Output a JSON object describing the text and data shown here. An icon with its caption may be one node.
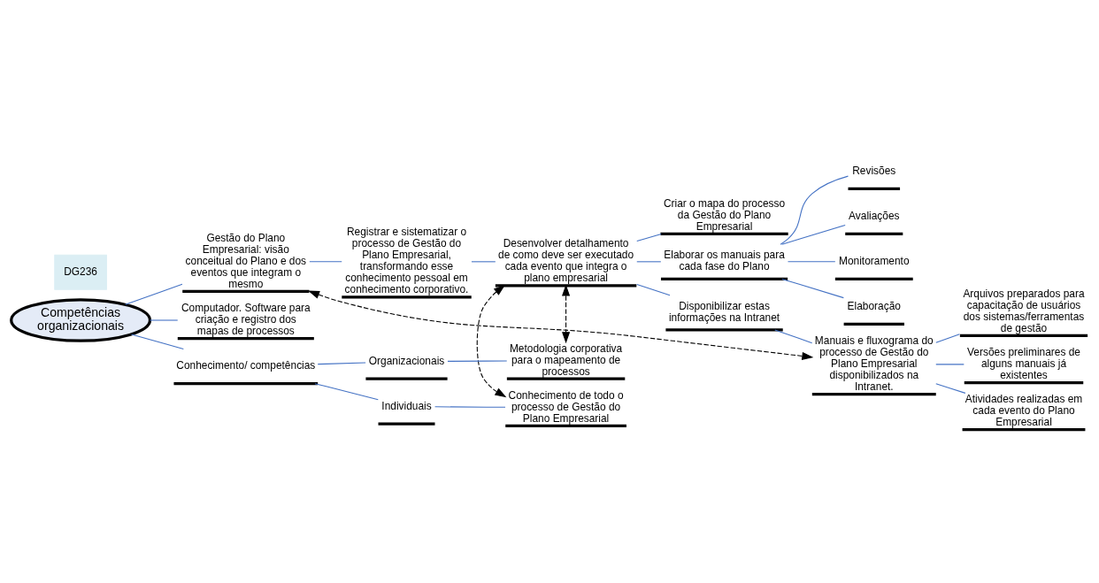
{
  "diagram": {
    "nodes": [
      {
        "text": [
          "Competências organizacionais"
        ]
      },
      {
        "text": [
          "Gestão do Plano Empresarial: visão conceitual do Plano e dos eventos que integram o mesmo"
        ]
      },
      {
        "text": [
          "Registrar e sistematizar o processo de Gestão do Plano Empresarial, transformando esse conhecimento pessoal em conhecimento corporativo."
        ]
      },
      {
        "text": [
          "Desenvolver detalhamento de como deve ser executado cada evento que integra o plano empresarial"
        ]
      },
      {
        "text": [
          "Criar o mapa do processo da Gestão do Plano Empresarial"
        ]
      },
      {
        "text": [
          "Elaborar os manuais para cada fase do Plano"
        ]
      },
      {
        "text": [
          "Revisões"
        ]
      },
      {
        "text": [
          "Avaliações"
        ]
      },
      {
        "text": [
          "Monitoramento"
        ]
      },
      {
        "text": [
          "Elaboração"
        ]
      },
      {
        "text": [
          "Disponibilizar estas informações na Intranet"
        ]
      },
      {
        "text": [
          "Manuais e fluxograma do processo de Gestão do Plano Empresarial disponibilizados na Intranet."
        ]
      },
      {
        "text": [
          "Arquivos preparados para capacitação de usuários dos sistemas/ferramentas de gestão"
        ]
      },
      {
        "text": [
          "Versões preliminares de alguns manuais já existentes"
        ]
      },
      {
        "text": [
          "Atividades realizadas em cada evento do Plano Empresarial"
        ]
      },
      {
        "text": [
          "Computador. Software para criação e registro dos mapas de processos"
        ]
      },
      {
        "text": [
          "Conhecimento/ competências"
        ]
      },
      {
        "text": [
          "Organizacionais"
        ]
      },
      {
        "text": [
          "Metodologia corporativa para o mapeamento de processos"
        ]
      },
      {
        "text": [
          "Individuais"
        ]
      },
      {
        "text": [
          "Conhecimento de todo o processo de Gestão do Plano Empresarial"
        ]
      }
    ],
    "edges": [
      {
        "from": 0,
        "to": 1,
        "arrow": "none"
      },
      {
        "from": 1,
        "to": 2,
        "arrow": "none"
      },
      {
        "from": 2,
        "to": 3,
        "arrow": "none"
      },
      {
        "from": 3,
        "to": 4,
        "arrow": "none"
      },
      {
        "from": 3,
        "to": 5,
        "arrow": "none"
      },
      {
        "from": 5,
        "to": 6,
        "arrow": "none"
      },
      {
        "from": 5,
        "to": 7,
        "arrow": "none"
      },
      {
        "from": 5,
        "to": 8,
        "arrow": "none"
      },
      {
        "from": 5,
        "to": 9,
        "arrow": "none"
      },
      {
        "from": 3,
        "to": 10,
        "arrow": "none"
      },
      {
        "from": 10,
        "to": 11,
        "arrow": "none"
      },
      {
        "from": 11,
        "to": 12,
        "arrow": "none"
      },
      {
        "from": 11,
        "to": 13,
        "arrow": "none"
      },
      {
        "from": 11,
        "to": 14,
        "arrow": "none"
      },
      {
        "from": 0,
        "to": 15,
        "arrow": "none"
      },
      {
        "from": 0,
        "to": 16,
        "arrow": "none"
      },
      {
        "from": 16,
        "to": 17,
        "arrow": "none"
      },
      {
        "from": 17,
        "to": 18,
        "arrow": "none"
      },
      {
        "from": 16,
        "to": 19,
        "arrow": "none"
      },
      {
        "from": 19,
        "to": 20,
        "arrow": "none"
      },
      {
        "from": 3,
        "to": 18,
        "arrow": "both",
        "style": "dashed",
        "color": "#000000"
      },
      {
        "from": 3,
        "to": 20,
        "arrow": "both",
        "style": "dashed",
        "color": "#000000"
      },
      {
        "from": 1,
        "to": 11,
        "arrow": "both",
        "style": "dashed",
        "color": "#000000"
      }
    ],
    "labels": [
      "DG236"
    ]
  }
}
